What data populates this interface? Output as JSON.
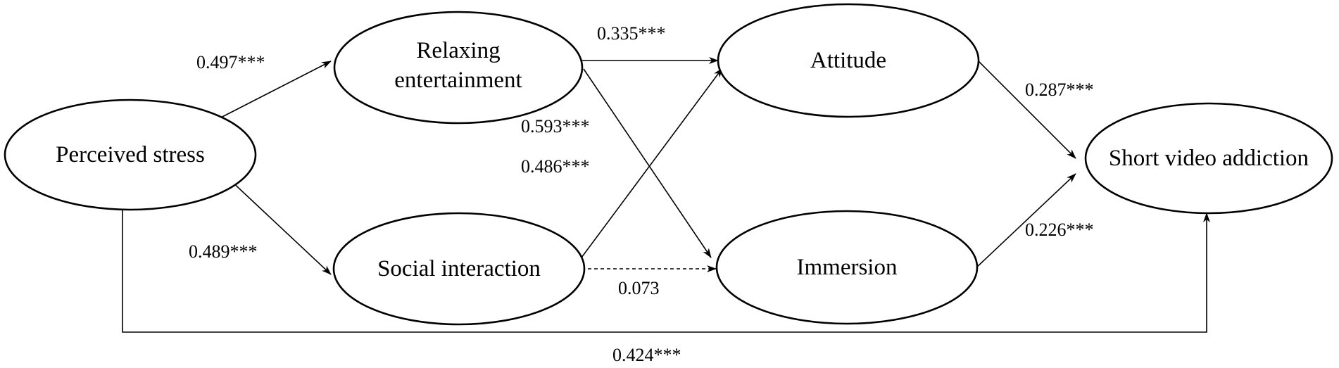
{
  "nodes": {
    "perceived_stress": {
      "label": "Perceived stress"
    },
    "relaxing_entertainment": {
      "label_line1": "Relaxing",
      "label_line2": "entertainment"
    },
    "social_interaction": {
      "label": "Social interaction"
    },
    "attitude": {
      "label": "Attitude"
    },
    "immersion": {
      "label": "Immersion"
    },
    "short_video_addiction": {
      "label": "Short video addiction"
    }
  },
  "paths": {
    "stress_to_relaxing": {
      "coefficient": "0.497***",
      "significant": true
    },
    "stress_to_social": {
      "coefficient": "0.489***",
      "significant": true
    },
    "relaxing_to_attitude": {
      "coefficient": "0.335***",
      "significant": true
    },
    "relaxing_to_immersion": {
      "coefficient": "0.593***",
      "significant": true
    },
    "social_to_attitude": {
      "coefficient": "0.486***",
      "significant": true
    },
    "social_to_immersion": {
      "coefficient": "0.073",
      "significant": false
    },
    "attitude_to_addiction": {
      "coefficient": "0.287***",
      "significant": true
    },
    "immersion_to_addiction": {
      "coefficient": "0.226***",
      "significant": true
    },
    "stress_to_addiction": {
      "coefficient": "0.424***",
      "significant": true
    }
  }
}
